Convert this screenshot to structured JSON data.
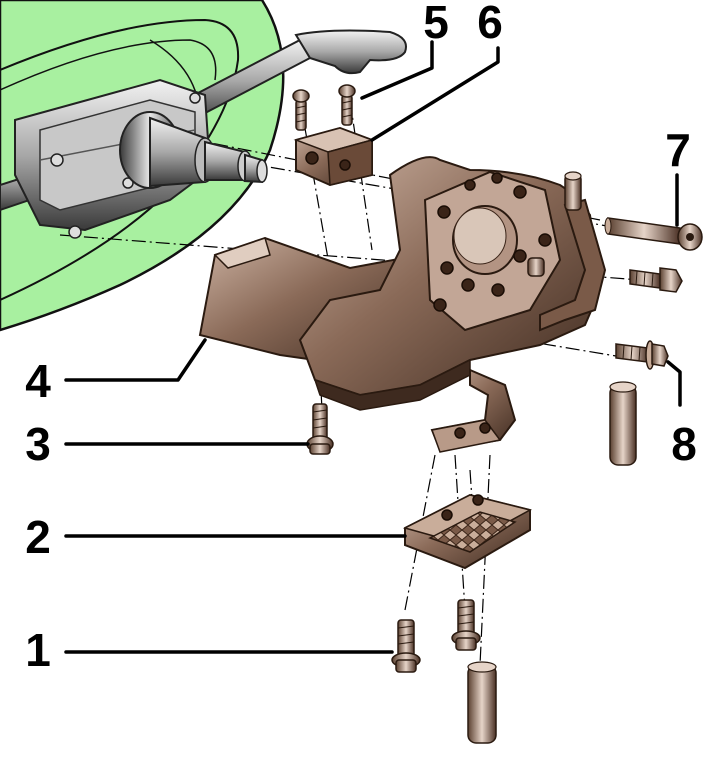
{
  "diagram": {
    "colors": {
      "background": "#ffffff",
      "green_panel": "#a8f0a0",
      "bracket_brown": "#8a6a58",
      "metal_gray": "#a8a8a8"
    },
    "callouts": [
      {
        "id": "1",
        "label": "1"
      },
      {
        "id": "2",
        "label": "2"
      },
      {
        "id": "3",
        "label": "3"
      },
      {
        "id": "4",
        "label": "4"
      },
      {
        "id": "5",
        "label": "5"
      },
      {
        "id": "6",
        "label": "6"
      },
      {
        "id": "7",
        "label": "7"
      },
      {
        "id": "8",
        "label": "8"
      }
    ]
  }
}
